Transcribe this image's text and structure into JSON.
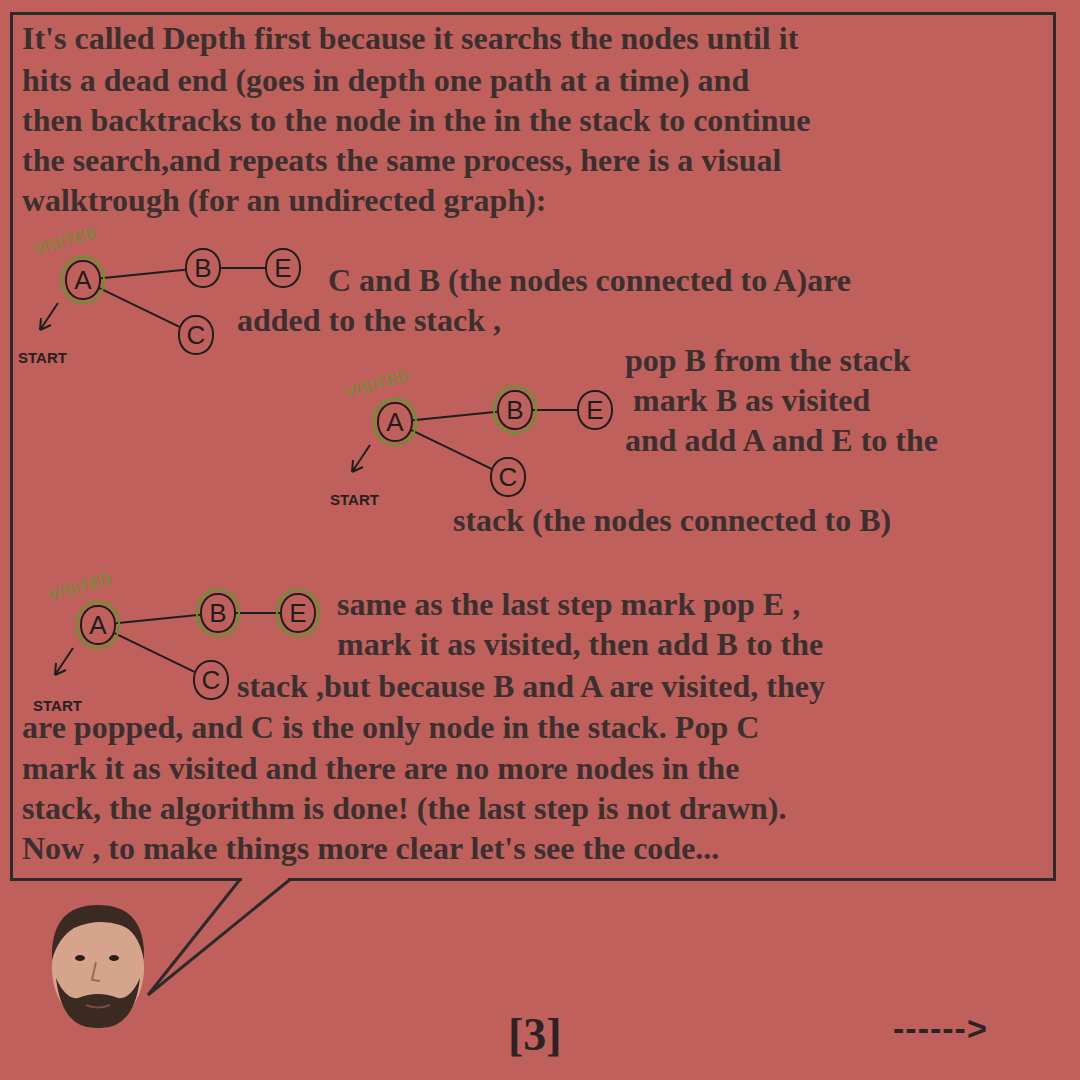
{
  "diagram": {
    "nodes": [
      {
        "text": [
          "A"
        ]
      },
      {
        "text": [
          "B"
        ]
      },
      {
        "text": [
          "E"
        ]
      },
      {
        "text": [
          "C"
        ]
      },
      {
        "text": [
          "A"
        ]
      },
      {
        "text": [
          "B"
        ]
      },
      {
        "text": [
          "E"
        ]
      },
      {
        "text": [
          "C"
        ]
      },
      {
        "text": [
          "A"
        ]
      },
      {
        "text": [
          "B"
        ]
      },
      {
        "text": [
          "E"
        ]
      },
      {
        "text": [
          "C"
        ]
      }
    ],
    "edges": [
      {
        "from": 0,
        "to": 1,
        "arrow": "none"
      },
      {
        "from": 1,
        "to": 2,
        "arrow": "none"
      },
      {
        "from": 0,
        "to": 3,
        "arrow": "none"
      },
      {
        "from": 4,
        "to": 5,
        "arrow": "none"
      },
      {
        "from": 5,
        "to": 6,
        "arrow": "none"
      },
      {
        "from": 4,
        "to": 7,
        "arrow": "none"
      },
      {
        "from": 8,
        "to": 9,
        "arrow": "none"
      },
      {
        "from": 9,
        "to": 10,
        "arrow": "none"
      },
      {
        "from": 8,
        "to": 11,
        "arrow": "none"
      }
    ],
    "labels": [
      "It's called Depth first because it searchs the nodes until it",
      "hits a dead end (goes in depth one path at a time) and",
      "then backtracks to the node in the in the stack to continue",
      "the search,and repeats the same process, here is a visual",
      "walktrough (for an undirected graph):",
      "VISITED",
      "START",
      "C and B (the nodes connected to A)are",
      "added to the stack ,",
      "VISITED",
      "pop B from the stack",
      "mark B as visited",
      "and add A and E to the",
      "START",
      "stack (the nodes connected to B)",
      "VISITED",
      "same as the last step mark pop E ,",
      "mark it as visited, then add B to the",
      "START",
      "stack ,but because B and A are visited, they",
      "are popped, and C is the only node in the stack. Pop C",
      "mark it as visited and there are no more nodes in the",
      "stack, the algorithm is done! (the last step is not drawn).",
      "Now , to make things more clear let's see the code...",
      "[3]",
      "------>"
    ]
  }
}
